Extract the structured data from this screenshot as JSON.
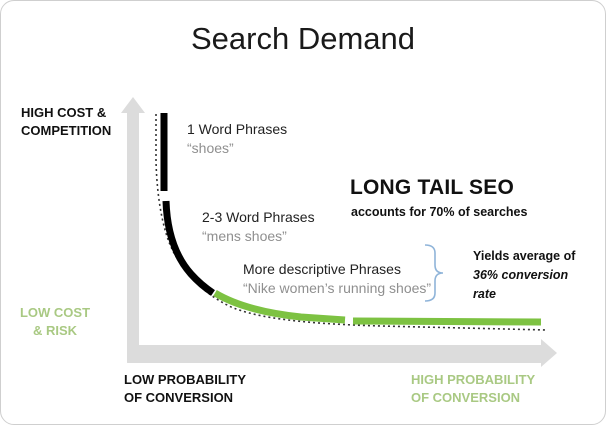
{
  "title": "Search Demand",
  "y_axis": {
    "top_label": [
      "HIGH COST &",
      "COMPETITION"
    ],
    "bottom_label": [
      "LOW COST",
      "& RISK"
    ]
  },
  "x_axis": {
    "left_label": [
      "LOW PROBABILITY",
      "OF CONVERSION"
    ],
    "right_label": [
      "HIGH PROBABILITY",
      "OF CONVERSION"
    ]
  },
  "segments": [
    {
      "phrase": "1 Word Phrases",
      "example": "“shoes”"
    },
    {
      "phrase": "2-3 Word Phrases",
      "example": "“mens shoes”"
    },
    {
      "phrase": "More descriptive  Phrases",
      "example": "“Nike women’s running shoes”"
    }
  ],
  "long_tail": {
    "headline": "LONG TAIL SEO",
    "subhead": "accounts for 70% of searches"
  },
  "yields": {
    "line1": "Yields average of",
    "line2": "36% conversion",
    "line3": "rate"
  },
  "colors": {
    "head_segment": "#000000",
    "tail_segment": "#7dc242",
    "axis_fill": "#dcdcdc",
    "green_label": "#a9c983",
    "brace": "#8fb4d9"
  }
}
